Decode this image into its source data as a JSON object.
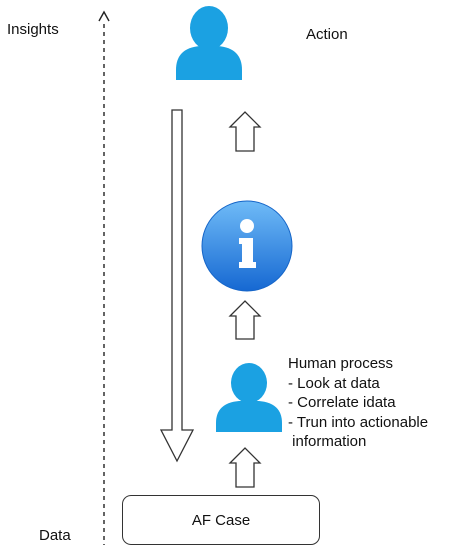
{
  "axis": {
    "top_label": "Insights",
    "bottom_label": "Data"
  },
  "nodes": {
    "action_label": "Action",
    "af_case_label": "AF Case",
    "human_process": {
      "title": "Human process",
      "lines": [
        "- Look at data",
        "- Correlate idata",
        "- Trun into actionable",
        " information"
      ]
    },
    "info_symbol": "i"
  },
  "colors": {
    "person": "#1BA1E2",
    "info_light": "#5FB2F5",
    "info_dark": "#1A72D6",
    "outline": "#333333"
  }
}
